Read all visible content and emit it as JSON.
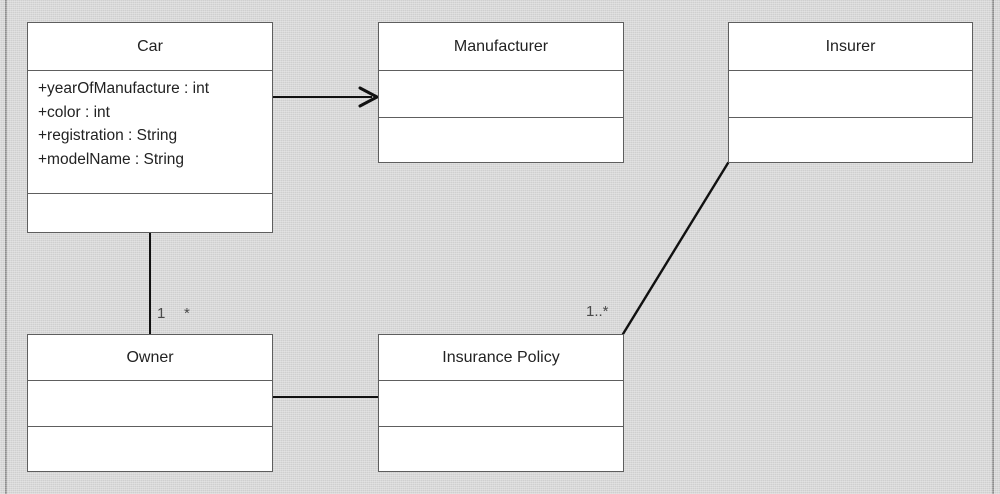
{
  "diagram": {
    "type": "uml-class-diagram",
    "background_color": "#d4d4d4",
    "box_fill_color": "#ffffff",
    "box_border_color": "#5e5e5e",
    "line_color": "#111111",
    "classes": [
      {
        "id": "car",
        "name": "Car",
        "attributes": [
          "+yearOfManufacture : int",
          "+color : int",
          "+registration : String",
          "+modelName : String"
        ],
        "operations": []
      },
      {
        "id": "manufacturer",
        "name": "Manufacturer",
        "attributes": [],
        "operations": []
      },
      {
        "id": "insurer",
        "name": "Insurer",
        "attributes": [],
        "operations": []
      },
      {
        "id": "owner",
        "name": "Owner",
        "attributes": [],
        "operations": []
      },
      {
        "id": "insurance-policy",
        "name": "Insurance Policy",
        "attributes": [],
        "operations": []
      }
    ],
    "relationships": [
      {
        "id": "car-manufacturer",
        "from": "car",
        "to": "manufacturer",
        "style": "directed-association",
        "arrowhead": "open-arrow",
        "source_multiplicity": "",
        "target_multiplicity": ""
      },
      {
        "id": "car-owner",
        "from": "car",
        "to": "owner",
        "style": "association",
        "arrowhead": "none",
        "source_multiplicity": "1",
        "target_multiplicity": "*"
      },
      {
        "id": "owner-insurance-policy",
        "from": "owner",
        "to": "insurance-policy",
        "style": "association",
        "arrowhead": "none",
        "source_multiplicity": "",
        "target_multiplicity": ""
      },
      {
        "id": "insurer-insurance-policy",
        "from": "insurer",
        "to": "insurance-policy",
        "style": "association",
        "arrowhead": "none",
        "source_multiplicity": "1..*",
        "target_multiplicity": ""
      }
    ],
    "multiplicity_labels": [
      {
        "id": "car-owner-one",
        "text": "1"
      },
      {
        "id": "car-owner-many",
        "text": "*"
      },
      {
        "id": "insurer-policy-one-or-more",
        "text": "1..*"
      }
    ]
  }
}
